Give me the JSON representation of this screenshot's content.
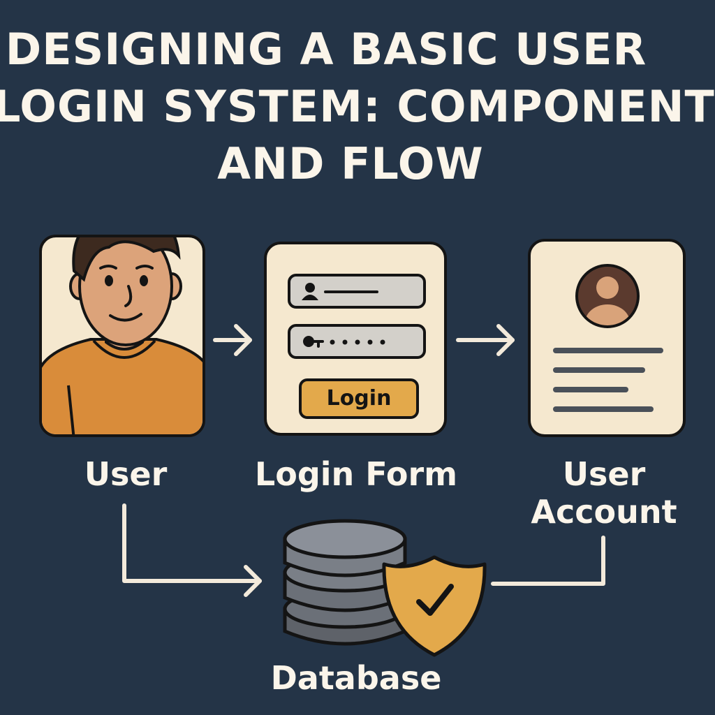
{
  "title": {
    "line1": "Designing a Basic User",
    "line2": "Login System: Components",
    "line3": "and Flow"
  },
  "nodes": {
    "user": {
      "label": "User"
    },
    "login_form": {
      "label": "Login Form",
      "button_label": "Login"
    },
    "user_account": {
      "label": "User Account"
    },
    "database": {
      "label": "Database"
    }
  },
  "colors": {
    "background": "#243447",
    "card": "#f5e8cf",
    "accent": "#e3a94b",
    "text": "#fbf5ea",
    "outline": "#141414"
  },
  "icons": {
    "user": "user-icon",
    "key": "key-icon",
    "avatar": "avatar-icon",
    "database": "database-icon",
    "shield": "shield-check-icon"
  }
}
